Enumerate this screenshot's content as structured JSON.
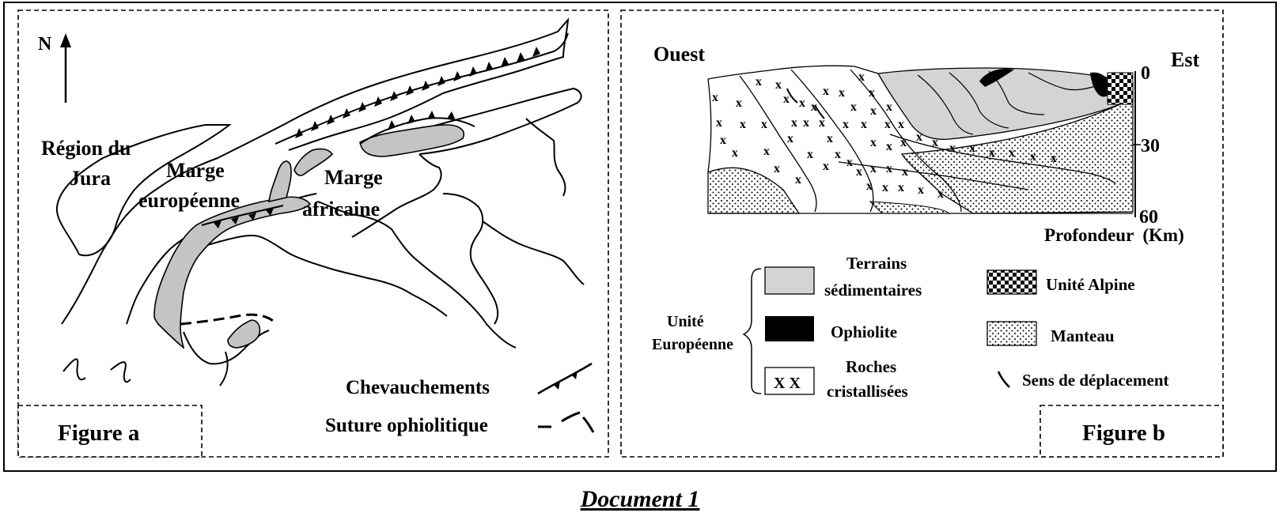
{
  "document_title": "Document 1",
  "figure_a": {
    "caption": "Figure a",
    "north": "N",
    "regions": {
      "jura_line1": "Région du",
      "jura_line2": "Jura",
      "euro_line1": "Marge",
      "euro_line2": "européenne",
      "afr_line1": "Marge",
      "afr_line2": "africaine"
    },
    "legend": {
      "thrusts": "Chevauchements",
      "suture": "Suture ophiolitique"
    }
  },
  "figure_b": {
    "caption": "Figure b",
    "west": "Ouest",
    "east": "Est",
    "depth_ticks": [
      "0",
      "30",
      "60"
    ],
    "depth_label": "Profondeur  (Km)",
    "legend": {
      "european_unit_line1": "Unité",
      "european_unit_line2": "Européenne",
      "sedimentary_line1": "Terrains",
      "sedimentary_line2": "sédimentaires",
      "ophiolite": "Ophiolite",
      "crystalline_line1": "Roches",
      "crystalline_line2": "cristallisées",
      "crystalline_swatch": "X X",
      "alpine_unit": "Unité Alpine",
      "mantle": "Manteau",
      "movement": "Sens de déplacement"
    }
  },
  "colors": {
    "sedimentary": "#d4d4d4",
    "ophiolite": "#000000",
    "mantle_dots": "#000000"
  }
}
